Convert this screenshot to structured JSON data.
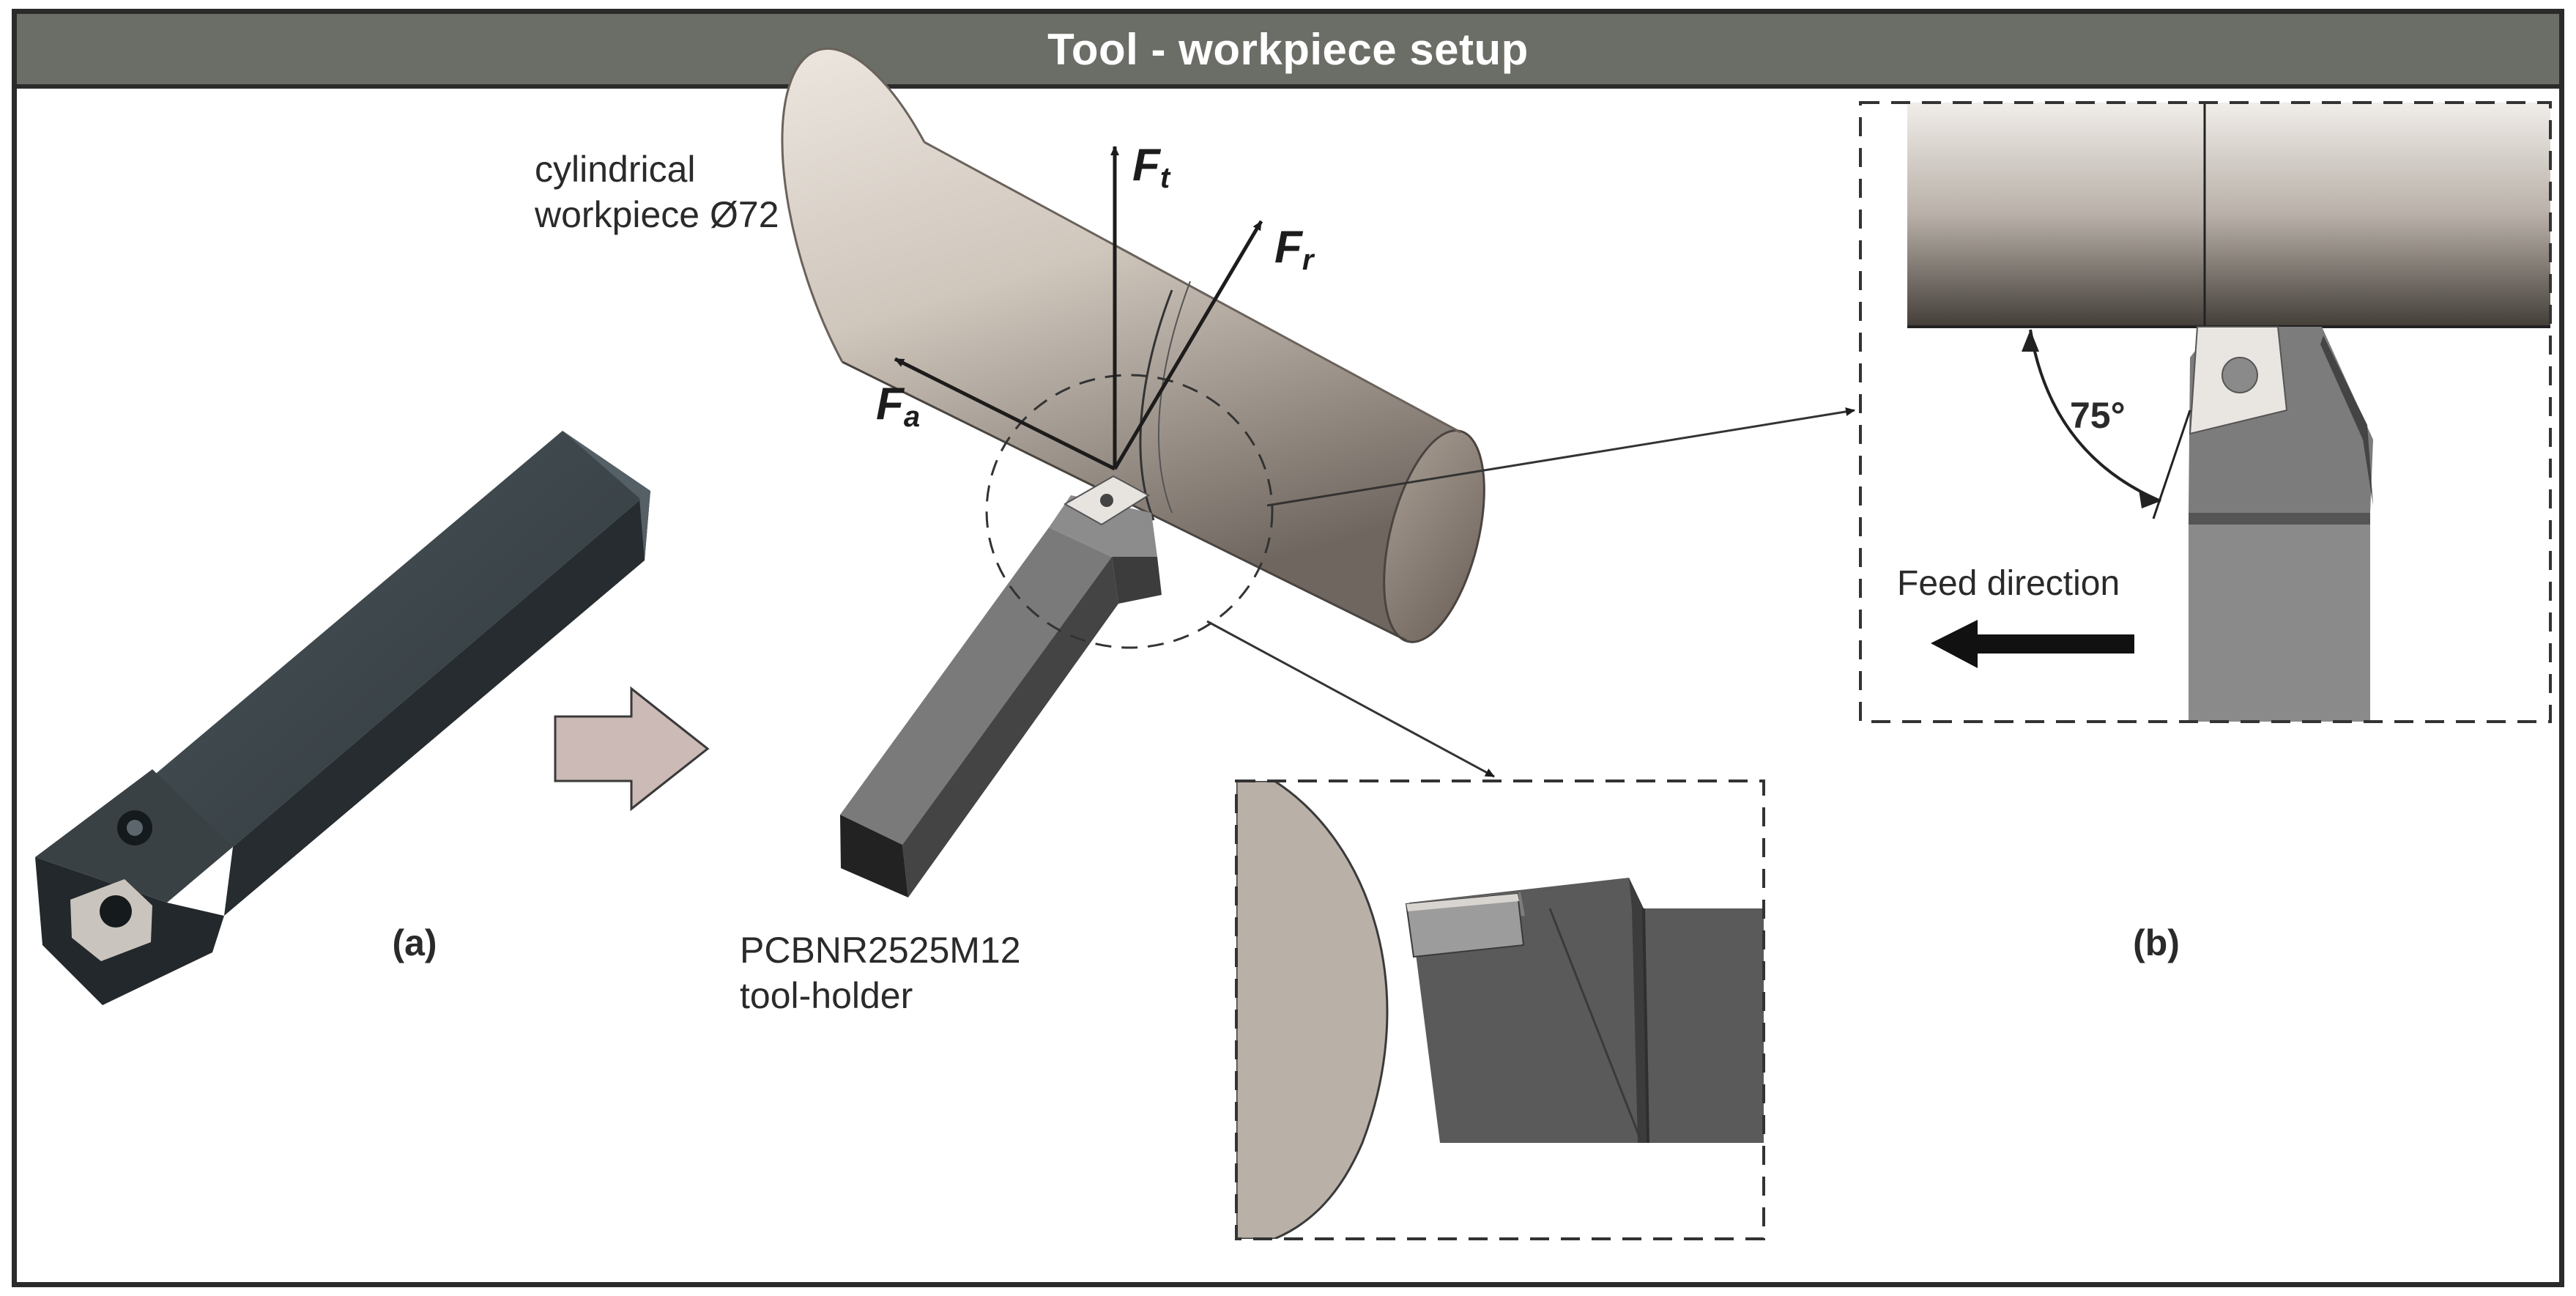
{
  "title": "Tool - workpiece setup",
  "labels": {
    "workpiece_line1": "cylindrical",
    "workpiece_line2": "workpiece Ø72",
    "holder_line1": "PCBNR2525M12",
    "holder_line2": "tool-holder",
    "panel_a": "(a)",
    "panel_b": "(b)",
    "feed_direction": "Feed direction",
    "angle": "75°"
  },
  "forces": {
    "ft_main": "F",
    "ft_sub": "t",
    "fr_main": "F",
    "fr_sub": "r",
    "fa_main": "F",
    "fa_sub": "a"
  },
  "colors": {
    "title_bar": "#6b6d67",
    "frame": "#2b2b2b",
    "tool_dark": "#3d4549",
    "workpiece": "#cfc6bc",
    "arrow_fill": "#cbbab5"
  }
}
